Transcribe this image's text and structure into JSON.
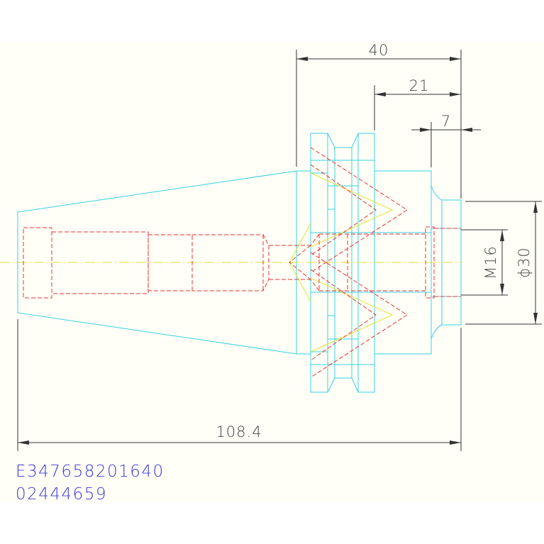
{
  "dimensions": {
    "overall_length": "108.4",
    "flange_length": "40",
    "body_length": "21",
    "nose_length": "7",
    "thread": "M16",
    "diameter": "ϕ30"
  },
  "codes": {
    "line1": "E347658201640",
    "line2": "02444659"
  },
  "colors": {
    "outline": "#36d0e0",
    "hidden": "#e8323a",
    "centerline": "#e8d83a",
    "dimension": "#333333",
    "code_text": "#3a3adc"
  }
}
